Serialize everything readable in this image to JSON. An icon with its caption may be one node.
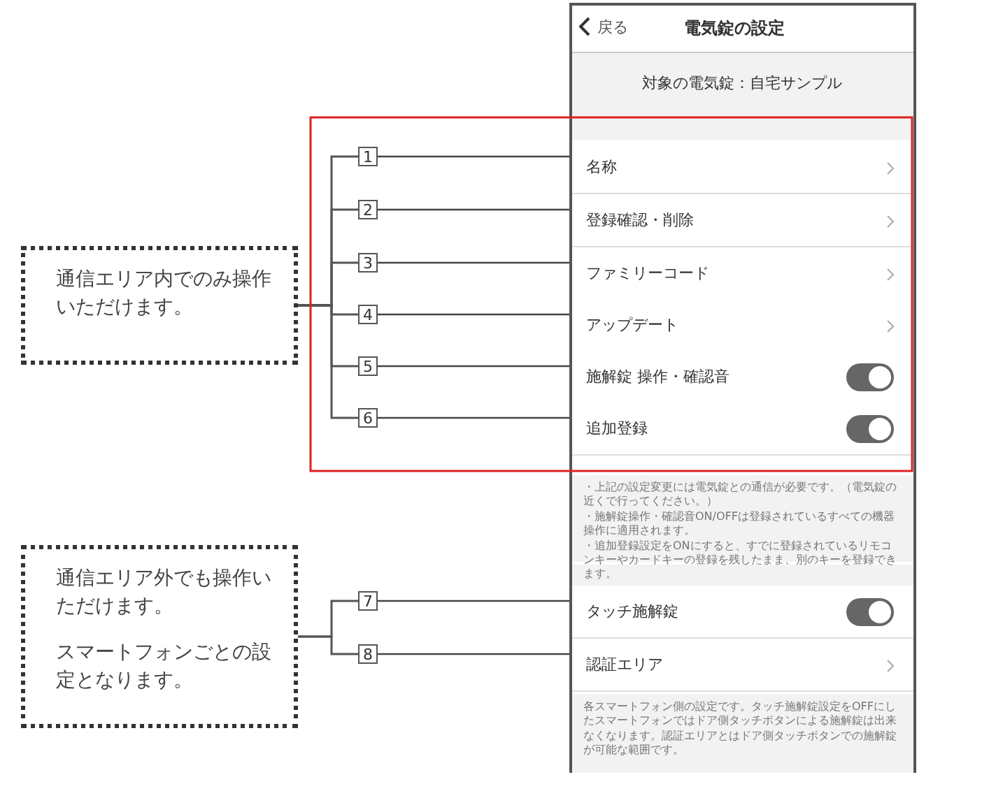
{
  "diagram": {
    "nodes": [
      {
        "text": [
          "戻る",
          "電気錠の設定"
        ]
      },
      {
        "text": [
          "名称"
        ],
        "in": 0
      },
      {
        "text": [
          "登録確認・削除"
        ],
        "in": 0
      },
      {
        "text": [
          "ファミリーコード"
        ],
        "in": 0
      },
      {
        "text": [
          "アップデート"
        ],
        "in": 0
      },
      {
        "text": [
          "施解錠 操作・確認音"
        ],
        "in": 0
      },
      {
        "text": [
          "追加登録"
        ],
        "in": 0
      },
      {
        "text": [
          "タッチ施解錠"
        ],
        "in": 0
      },
      {
        "text": [
          "認証エリア"
        ],
        "in": 0
      },
      {
        "text": [
          "・上記の設定変更には電気錠との通信が必要です。（電気錠の近くで行ってください。）",
          "・施解錠操作・確認音ON/OFFは登録されているすべての機器操作に適用されます。",
          "・追加登録設定をONにすると、すでに登録されているリモコンキーやカードキーの登録を残したまま、別のキーを登録できます。"
        ],
        "in": 0
      },
      {
        "text": [
          "各スマートフォン側の設定です。タッチ施解錠設定をOFFにしたスマートフォンではドア側タッチボタンによる施解錠は出来なくなります。認証エリアとはドア側タッチボタンでの施解錠が可能な範囲です。"
        ],
        "in": 0
      },
      {
        "text": [
          "1"
        ]
      },
      {
        "text": [
          "2"
        ]
      },
      {
        "text": [
          "3"
        ]
      },
      {
        "text": [
          "4"
        ]
      },
      {
        "text": [
          "5"
        ]
      },
      {
        "text": [
          "6"
        ]
      },
      {
        "text": [
          "7"
        ]
      },
      {
        "text": [
          "8"
        ]
      },
      {
        "text": [
          "通信エリア内でのみ操作いただけます。"
        ]
      },
      {
        "text": [
          "通信エリア外でも操作いただけます。",
          "スマートフォンごとの設定となります。"
        ]
      },
      {
        "text": [
          "対象の電気錠：自宅サンプル"
        ],
        "in": 0
      }
    ],
    "edges": [
      {
        "from": 11,
        "to": 1,
        "arrow": "none"
      },
      {
        "from": 12,
        "to": 2,
        "arrow": "none"
      },
      {
        "from": 13,
        "to": 3,
        "arrow": "none"
      },
      {
        "from": 14,
        "to": 4,
        "arrow": "none"
      },
      {
        "from": 15,
        "to": 5,
        "arrow": "none"
      },
      {
        "from": 16,
        "to": 6,
        "arrow": "none"
      },
      {
        "from": 17,
        "to": 7,
        "arrow": "none"
      },
      {
        "from": 18,
        "to": 8,
        "arrow": "none"
      },
      {
        "from": 19,
        "to": 11,
        "arrow": "none"
      },
      {
        "from": 19,
        "to": 12,
        "arrow": "none"
      },
      {
        "from": 19,
        "to": 13,
        "arrow": "none"
      },
      {
        "from": 19,
        "to": 14,
        "arrow": "none"
      },
      {
        "from": 19,
        "to": 15,
        "arrow": "none"
      },
      {
        "from": 19,
        "to": 16,
        "arrow": "none"
      },
      {
        "from": 20,
        "to": 17,
        "arrow": "none"
      },
      {
        "from": 20,
        "to": 18,
        "arrow": "none"
      }
    ]
  }
}
